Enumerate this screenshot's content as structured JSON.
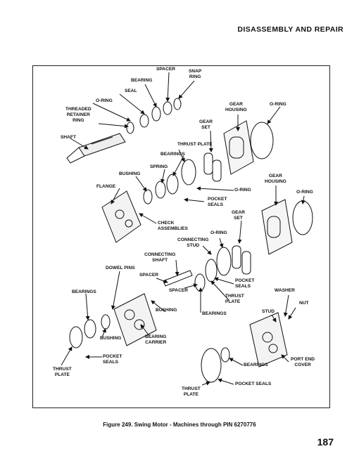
{
  "header": {
    "title": "DISASSEMBLY AND REPAIR"
  },
  "figure": {
    "caption": "Figure 249. Swing Motor - Machines through PIN 6270776"
  },
  "page": {
    "number": "187"
  },
  "labels": {
    "spacer_top": "SPACER",
    "snap_ring": "SNAP\nRING",
    "bearing_top": "BEARING",
    "seal": "SEAL",
    "oring_top": "O-RING",
    "threaded_retainer_ring": "THREADED\nRETAINER\nRING",
    "shaft": "SHAFT",
    "gear_housing_top": "GEAR\nHOUSING",
    "oring_top_right": "O-RING",
    "gear_set_top": "GEAR\nSET",
    "thrust_plate_top": "THRUST PLATE",
    "bearings_top": "BEARINGS",
    "spring": "SPRING",
    "bushing_top": "BUSHING",
    "flange": "FLANGE",
    "oring_mid": "O-RING",
    "pocket_seals_top": "POCKET\nSEALS",
    "gear_housing_right": "GEAR\nHOUSING",
    "oring_right": "O-RING",
    "gear_set_mid": "GEAR\nSET",
    "check_assemblies": "CHECK\nASSEMBLIES",
    "oring_center": "O-RING",
    "connecting_stud": "CONNECTING\nSTUD",
    "connecting_shaft": "CONNECTING\nSHAFT",
    "dowel_pins": "DOWEL PINS",
    "spacer_mid": "SPACER",
    "pocket_seals_mid": "POCKET\nSEALS",
    "spacer_low": "SPACER",
    "thrust_plate_mid": "THRUST\nPLATE",
    "washer": "WASHER",
    "bearings_left": "BEARINGS",
    "nut": "NUT",
    "bushing_mid": "BUSHING",
    "bearings_mid": "BEARINGS",
    "stud": "STUD",
    "bushing_low": "BUSHING",
    "bearing_carrier": "BEARING\nCARRIER",
    "pocket_seals_low": "POCKET\nSEALS",
    "port_end_cover": "PORT END\nCOVER",
    "bearings_low": "BEARINGS",
    "thrust_plate_left": "THRUST\nPLATE",
    "pocket_seals_bottom": "POCKET SEALS",
    "thrust_plate_bottom": "THRUST\nPLATE"
  }
}
